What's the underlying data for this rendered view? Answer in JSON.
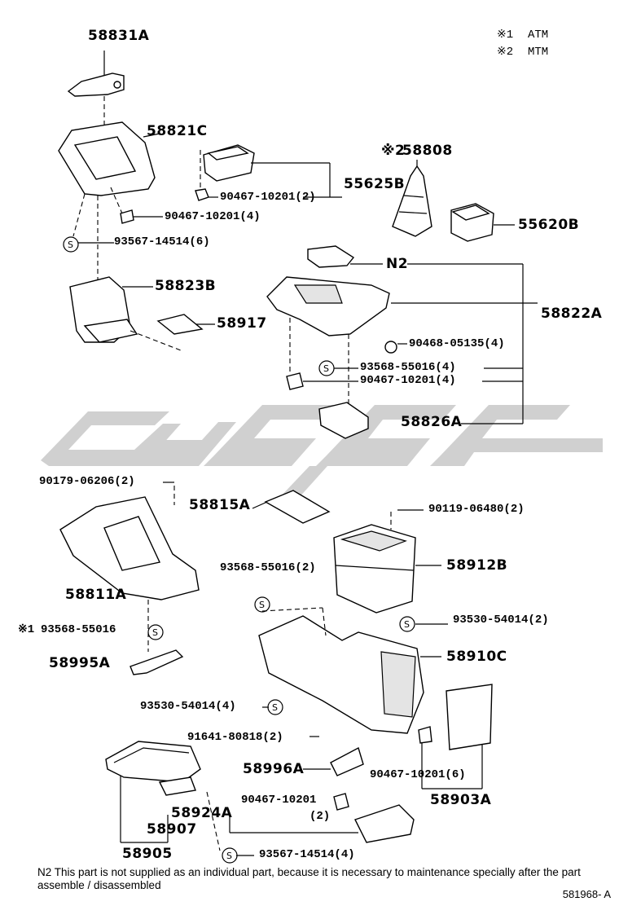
{
  "legend": [
    {
      "mark": "※1",
      "text": "ATM"
    },
    {
      "mark": "※2",
      "text": "MTM"
    }
  ],
  "parts": [
    {
      "id": "58831A",
      "text": "58831A"
    },
    {
      "id": "58821C",
      "text": "58821C"
    },
    {
      "id": "55625B",
      "text": "55625B"
    },
    {
      "id": "58808",
      "text": "58808",
      "mark": "※2"
    },
    {
      "id": "55620B",
      "text": "55620B"
    },
    {
      "id": "90467-10201-2a",
      "text": "90467-10201(2)"
    },
    {
      "id": "90467-10201-4a",
      "text": "90467-10201(4)"
    },
    {
      "id": "93567-14514-6",
      "text": "93567-14514(6)"
    },
    {
      "id": "N2",
      "text": "N2"
    },
    {
      "id": "58823B",
      "text": "58823B"
    },
    {
      "id": "58822A",
      "text": "58822A"
    },
    {
      "id": "58917",
      "text": "58917"
    },
    {
      "id": "90468-05135",
      "text": "90468-05135(4)"
    },
    {
      "id": "93568-55016-4",
      "text": "93568-55016(4)"
    },
    {
      "id": "90467-10201-4b",
      "text": "90467-10201(4)"
    },
    {
      "id": "58826A",
      "text": "58826A"
    },
    {
      "id": "90179-06206",
      "text": "90179-06206(2)"
    },
    {
      "id": "58815A",
      "text": "58815A"
    },
    {
      "id": "90119-06480",
      "text": "90119-06480(2)"
    },
    {
      "id": "93568-55016-2",
      "text": "93568-55016(2)"
    },
    {
      "id": "58912B",
      "text": "58912B"
    },
    {
      "id": "58811A",
      "text": "58811A"
    },
    {
      "id": "93530-54014-2",
      "text": "93530-54014(2)"
    },
    {
      "id": "93568-55016",
      "text": "93568-55016",
      "mark": "※1"
    },
    {
      "id": "58910C",
      "text": "58910C"
    },
    {
      "id": "58995A",
      "text": "58995A"
    },
    {
      "id": "93530-54014-4",
      "text": "93530-54014(4)"
    },
    {
      "id": "91641-80818",
      "text": "91641-80818(2)"
    },
    {
      "id": "58996A",
      "text": "58996A"
    },
    {
      "id": "90467-10201-6",
      "text": "90467-10201(6)"
    },
    {
      "id": "58903A",
      "text": "58903A"
    },
    {
      "id": "90467-10201-c",
      "text": "90467-10201"
    },
    {
      "id": "qty-2",
      "text": "(2)"
    },
    {
      "id": "58924A",
      "text": "58924A"
    },
    {
      "id": "58907",
      "text": "58907"
    },
    {
      "id": "58905",
      "text": "58905"
    },
    {
      "id": "93567-14514-4",
      "text": "93567-14514(4)"
    }
  ],
  "screw_symbol": "S",
  "note": "N2  This part is not supplied as an individual part, because it is necessary to maintenance specially after the part assemble / disassembled",
  "drawing_code": "581968- A",
  "colors": {
    "ink": "#000000",
    "watermark": "#c8c8c8",
    "paper": "#ffffff"
  }
}
